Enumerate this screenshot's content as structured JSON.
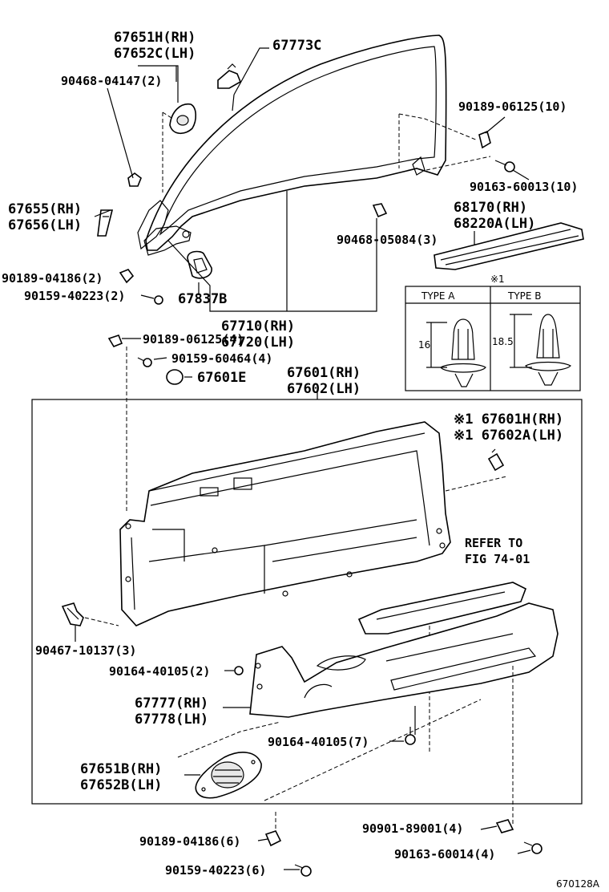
{
  "labels": {
    "l67651h": "67651H(RH)",
    "l67652c": "67652C(LH)",
    "l67773c": "67773C",
    "l90468_04147": "90468-04147(2)",
    "l90189_06125_10": "90189-06125(10)",
    "l90163_60013": "90163-60013(10)",
    "l67655": "67655(RH)",
    "l67656": "67656(LH)",
    "l68170": "68170(RH)",
    "l68220a": "68220A(LH)",
    "l90468_05084": "90468-05084(3)",
    "l90189_04186_2": "90189-04186(2)",
    "l90159_40223_2": "90159-40223(2)",
    "l67837b": "67837B",
    "l67710": "67710(RH)",
    "l67720": "67720(LH)",
    "l90189_06125_4": "90189-06125(4)",
    "l90159_60464": "90159-60464(4)",
    "l67601e": "67601E",
    "l67601": "67601(RH)",
    "l67602": "67602(LH)",
    "l67601h": "※1 67601H(RH)",
    "l67602a": "※1 67602A(LH)",
    "refer1": "REFER TO",
    "refer2": "FIG 74-01",
    "l90467": "90467-10137(3)",
    "l90164_2": "90164-40105(2)",
    "l67777": "67777(RH)",
    "l67778": "67778(LH)",
    "l90164_7": "90164-40105(7)",
    "l67651b": "67651B(RH)",
    "l67652b": "67652B(LH)",
    "l90189_04186_6": "90189-04186(6)",
    "l90159_40223_6": "90159-40223(6)",
    "l90901": "90901-89001(4)",
    "l90163_60014": "90163-60014(4)",
    "fig_code": "670128A"
  },
  "type_table": {
    "note": "※1",
    "type_a": "TYPE A",
    "type_b": "TYPE B",
    "dim_a": "16",
    "dim_b": "18.5"
  }
}
